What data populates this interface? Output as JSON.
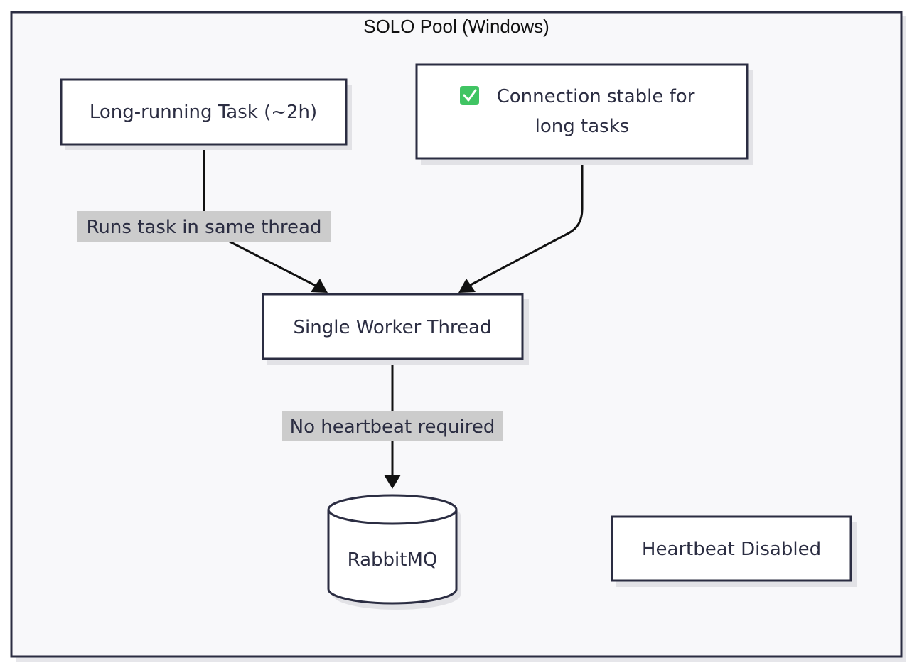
{
  "diagram": {
    "title": "SOLO Pool (Windows)",
    "nodes": {
      "long_task": {
        "label": "Long-running Task (~2h)"
      },
      "stable": {
        "icon": "check-mark-icon",
        "line1": "Connection stable for",
        "line2": "long tasks"
      },
      "worker": {
        "label": "Single Worker Thread"
      },
      "rabbitmq": {
        "label": "RabbitMQ"
      },
      "heartbeat": {
        "label": "Heartbeat Disabled"
      }
    },
    "edges": {
      "task_to_worker": {
        "label": "Runs task in same thread"
      },
      "stable_to_worker": {
        "label": ""
      },
      "worker_to_rabbitmq": {
        "label": "No heartbeat required"
      }
    },
    "colors": {
      "background": "#f8f8fa",
      "border": "#2b2d42",
      "node_fill": "#ffffff",
      "shadow": "#e2e2e6",
      "edge_label_bg": "#cccccc",
      "check_green": "#40c463"
    }
  }
}
